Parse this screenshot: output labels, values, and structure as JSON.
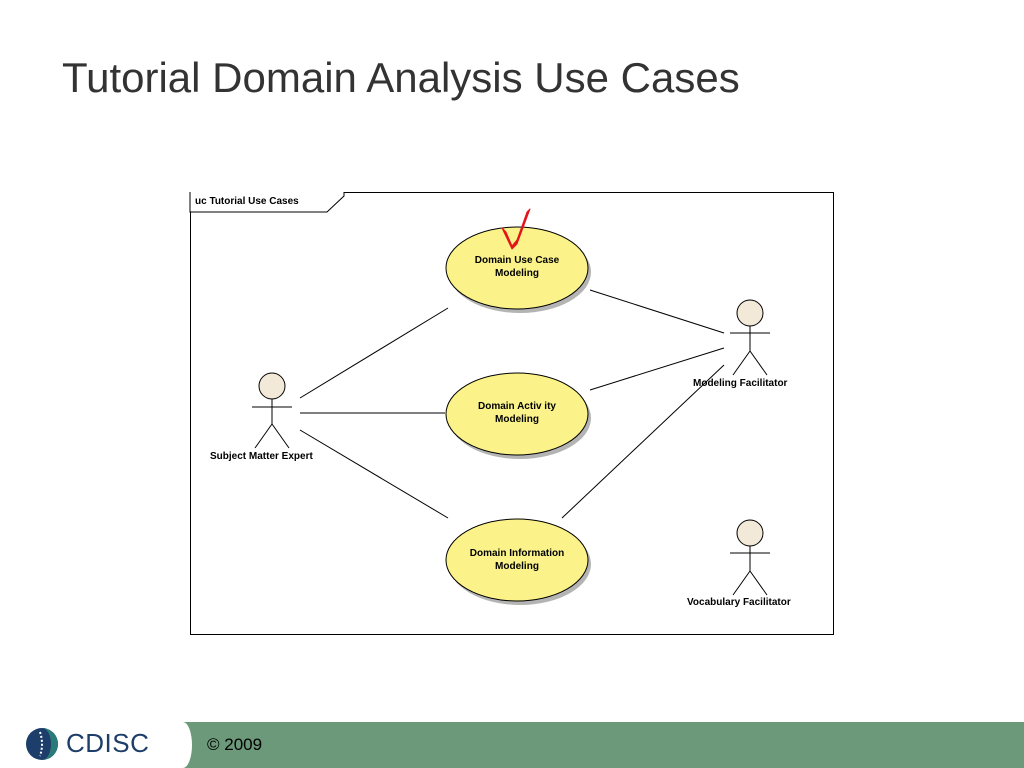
{
  "slide": {
    "title": "Tutorial Domain Analysis Use Cases"
  },
  "diagram": {
    "frame_label": "uc Tutorial Use Cases",
    "use_cases": [
      {
        "line1": "Domain Use Case",
        "line2": "Modeling",
        "checked": true
      },
      {
        "line1": "Domain Activ ity",
        "line2": "Modeling"
      },
      {
        "line1": "Domain Information",
        "line2": "Modeling"
      }
    ],
    "actors": [
      {
        "name": "Subject Matter Expert"
      },
      {
        "name": "Modeling Facilitator"
      },
      {
        "name": "Vocabulary Facilitator"
      }
    ],
    "colors": {
      "use_case_fill": "#fbf38a",
      "actor_head_fill": "#f3e9d8",
      "checkmark": "#e3151b"
    }
  },
  "footer": {
    "copyright": "© 2009",
    "logo_text": "CDISC",
    "bar_color": "#6b997a"
  }
}
